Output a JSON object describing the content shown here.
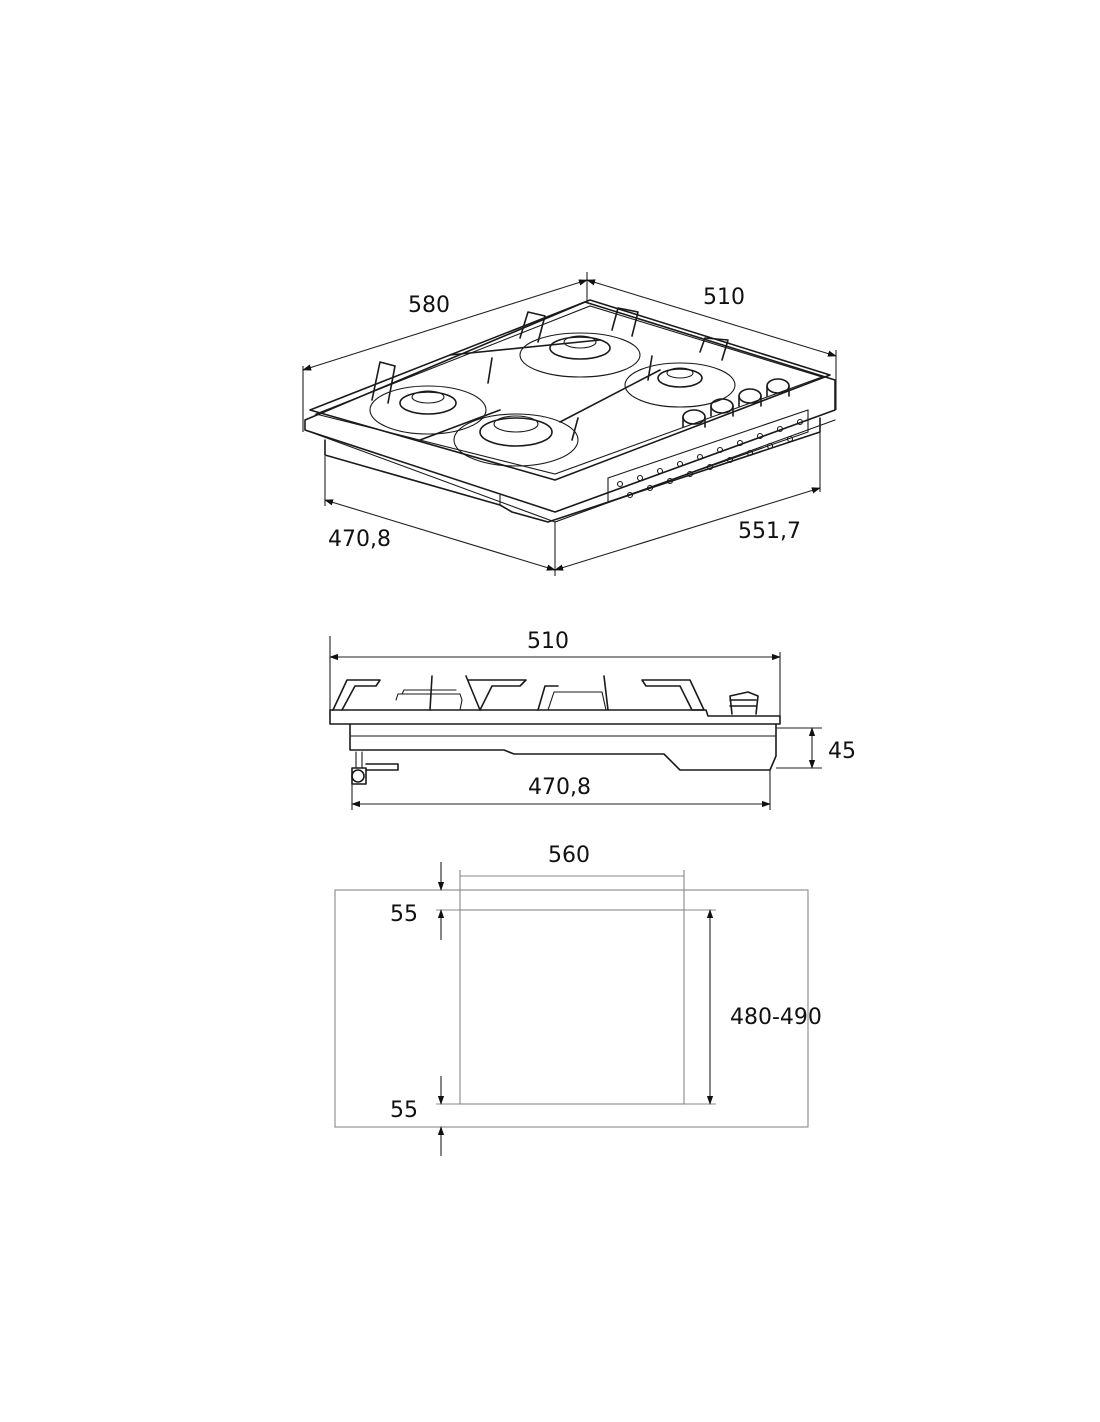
{
  "top_view": {
    "dim_depth": "580",
    "dim_width": "510",
    "dim_base_depth": "470,8",
    "dim_base_width": "551,7"
  },
  "side_view": {
    "dim_total_width": "510",
    "dim_height": "45",
    "dim_base_width": "470,8"
  },
  "cutout_view": {
    "dim_cutout_width": "560",
    "dim_margin_top": "55",
    "dim_cutout_depth": "480-490",
    "dim_margin_bottom": "55"
  }
}
